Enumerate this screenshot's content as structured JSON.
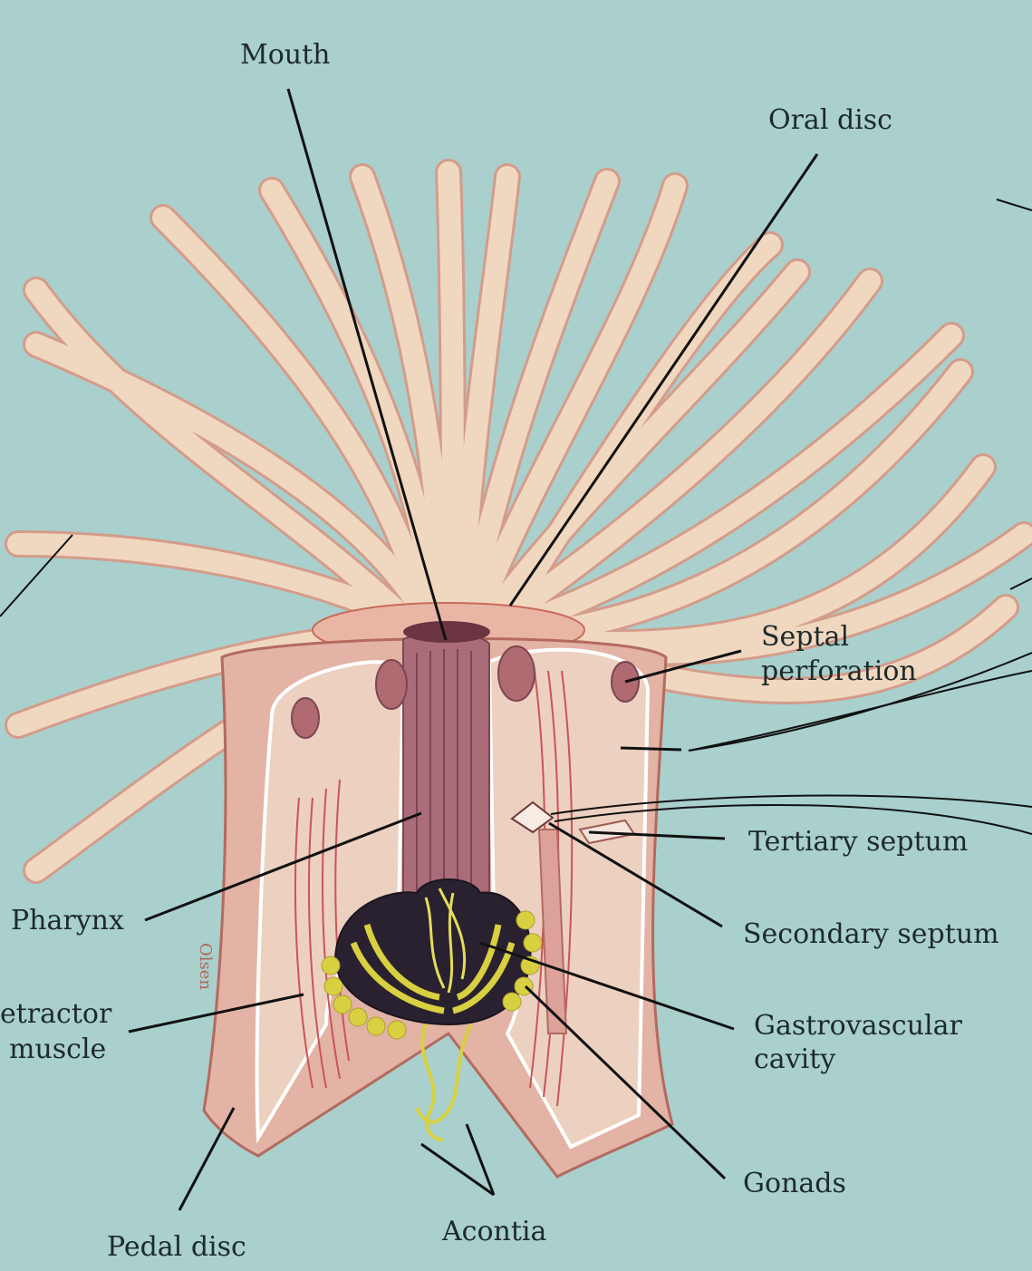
{
  "colors": {
    "background": "#a9d0cd",
    "tentacle": "#f0d7c0",
    "tentacle_line": "#c96a5a",
    "body_wall": "#e3b3a5",
    "cavity": "#ecd0c0",
    "pharynx": "#a96c78",
    "septum_line": "#c9545a",
    "gonad_dark": "#2a2130",
    "gonad_yellow": "#d8d040",
    "leader": "#111111"
  },
  "labels": {
    "mouth": "Mouth",
    "oral_disc": "Oral disc",
    "septal_perforation_1": "Septal",
    "septal_perforation_2": "perforation",
    "tertiary_septum": "Tertiary septum",
    "secondary_septum": "Secondary septum",
    "pharynx": "Pharynx",
    "retractor_muscle_1": "etractor",
    "retractor_muscle_2": "muscle",
    "gastrovascular_cavity_1": "Gastrovascular",
    "gastrovascular_cavity_2": "cavity",
    "gonads": "Gonads",
    "pedal_disc": "Pedal disc",
    "acontia": "Acontia",
    "signature": "Olsen"
  }
}
